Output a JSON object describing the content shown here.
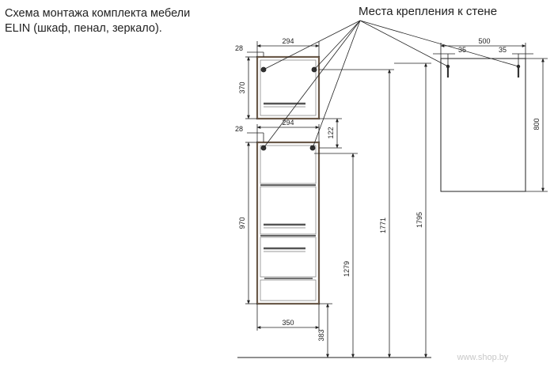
{
  "title": {
    "line1": "Схема монтажа комплекта мебели",
    "line2": "ELIN (шкаф, пенал, зеркало)."
  },
  "callout": "Места крепления к стене",
  "dimensions": {
    "cabinet_width": "294",
    "cabinet_offset": "28",
    "cabinet_height": "370",
    "pencil_width": "294",
    "pencil_offset": "28",
    "pencil_gap": "122",
    "pencil_height": "970",
    "pencil_depth": "350",
    "pencil_floor": "383",
    "mount_1279": "1279",
    "mount_1771": "1771",
    "mount_1795": "1795",
    "mirror_width": "500",
    "mirror_left_inset": "35",
    "mirror_right_inset": "35",
    "mirror_height": "800"
  },
  "watermark": "www.shop.by",
  "colors": {
    "line": "#222222",
    "cabinet_border": "#6b5a4a"
  }
}
